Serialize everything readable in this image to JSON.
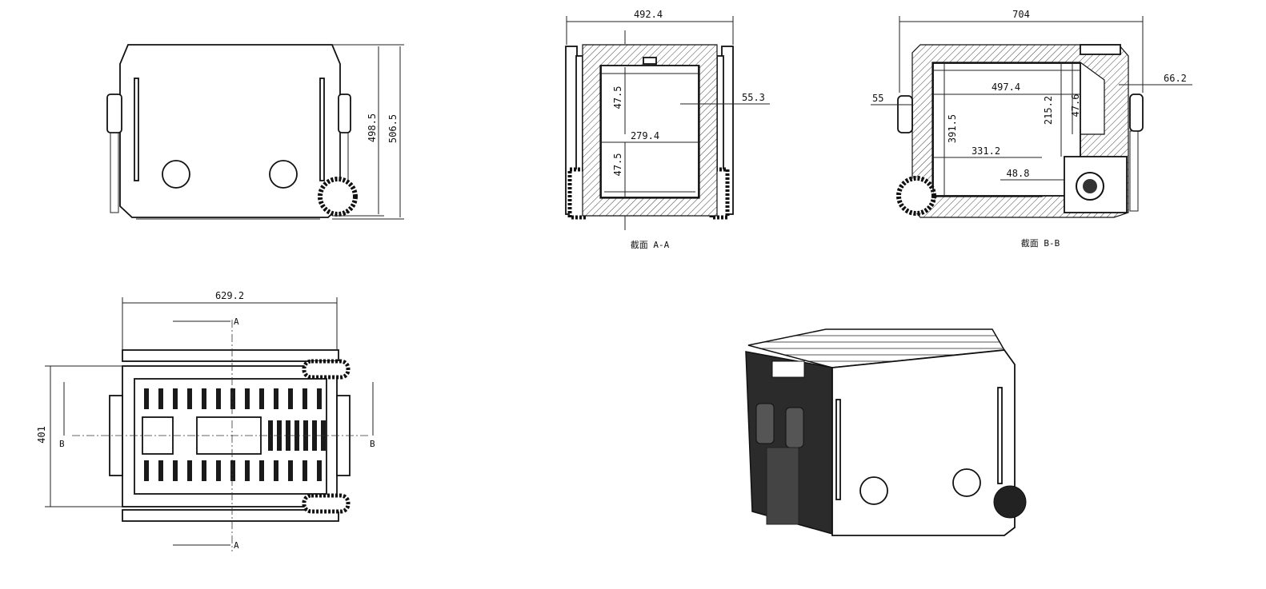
{
  "dimensions": {
    "front_height_inner": "498.5",
    "front_height_outer": "506.5",
    "a_width": "492.4",
    "a_wall": "55.3",
    "a_top_gap": "47.5",
    "a_inner_width": "279.4",
    "a_bottom_gap": "47.5",
    "b_width": "704",
    "b_left": "55",
    "b_right": "66.2",
    "b_inner_width": "497.4",
    "b_inner_height": "391.5",
    "b_step_height": "215.2",
    "b_top_gap": "47.6",
    "b_lower_width": "331.2",
    "b_bottom_gap": "48.8",
    "top_width": "629.2",
    "top_depth": "401"
  },
  "captions": {
    "section_a": "截面  A-A",
    "section_b": "截面  B-B"
  },
  "markers": {
    "a": "A",
    "b": "B"
  }
}
